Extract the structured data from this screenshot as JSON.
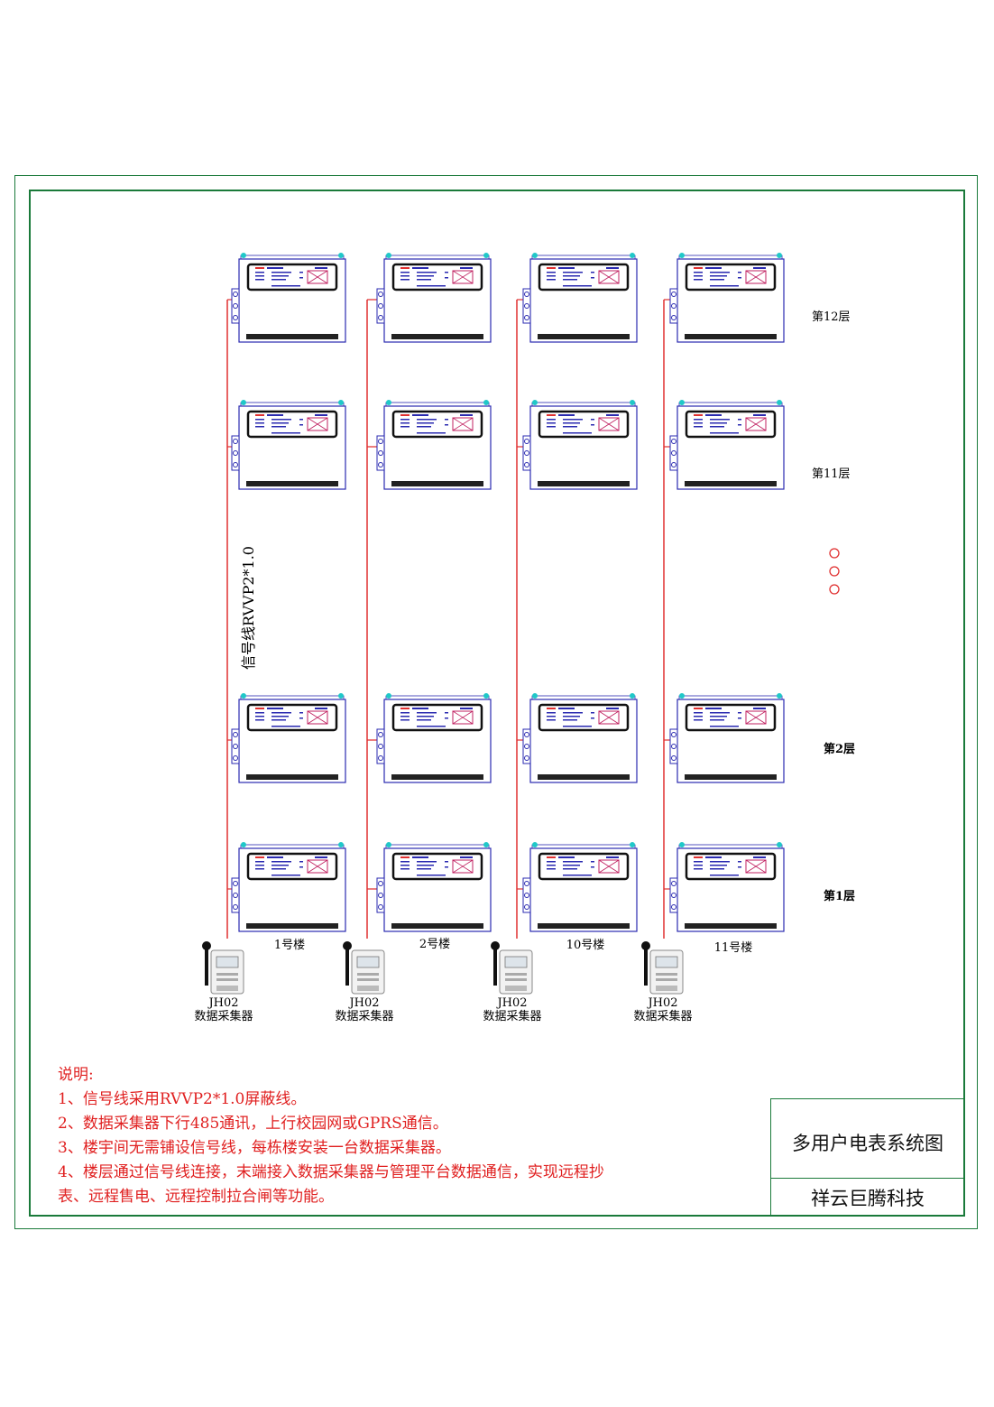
{
  "diagram": {
    "signal_line_label": "信号线RVVP2*1.0",
    "floors": [
      {
        "label": "第12层",
        "bold": false
      },
      {
        "label": "第11层",
        "bold": false
      },
      {
        "label": "第2层",
        "bold": true
      },
      {
        "label": "第1层",
        "bold": true
      }
    ],
    "ellipsis_marks": 3,
    "buildings": [
      {
        "label": "1号楼",
        "collector_model": "JH02",
        "collector_name": "数据采集器"
      },
      {
        "label": "2号楼",
        "collector_model": "JH02",
        "collector_name": "数据采集器"
      },
      {
        "label": "10号楼",
        "collector_model": "JH02",
        "collector_name": "数据采集器"
      },
      {
        "label": "11号楼",
        "collector_model": "JH02",
        "collector_name": "数据采集器"
      }
    ],
    "colors": {
      "signal_line": "#e03030",
      "meter_outline": "#2a2ab0",
      "screen_frame": "#111111",
      "terminal_strip": "#222222",
      "mount_dot": "#20c8c8",
      "border": "#1a7a3a",
      "notes_text": "#e02020"
    }
  },
  "notes": {
    "heading": "说明:",
    "lines": [
      "1、信号线采用RVVP2*1.0屏蔽线。",
      "2、数据采集器下行485通讯，上行校园网或GPRS通信。",
      "3、楼宇间无需铺设信号线，每栋楼安装一台数据采集器。",
      "4、楼层通过信号线连接，末端接入数据采集器与管理平台数据通信，实现远程抄",
      "表、远程售电、远程控制拉合闸等功能。"
    ]
  },
  "title_block": {
    "title": "多用户电表系统图",
    "company": "祥云巨腾科技"
  }
}
